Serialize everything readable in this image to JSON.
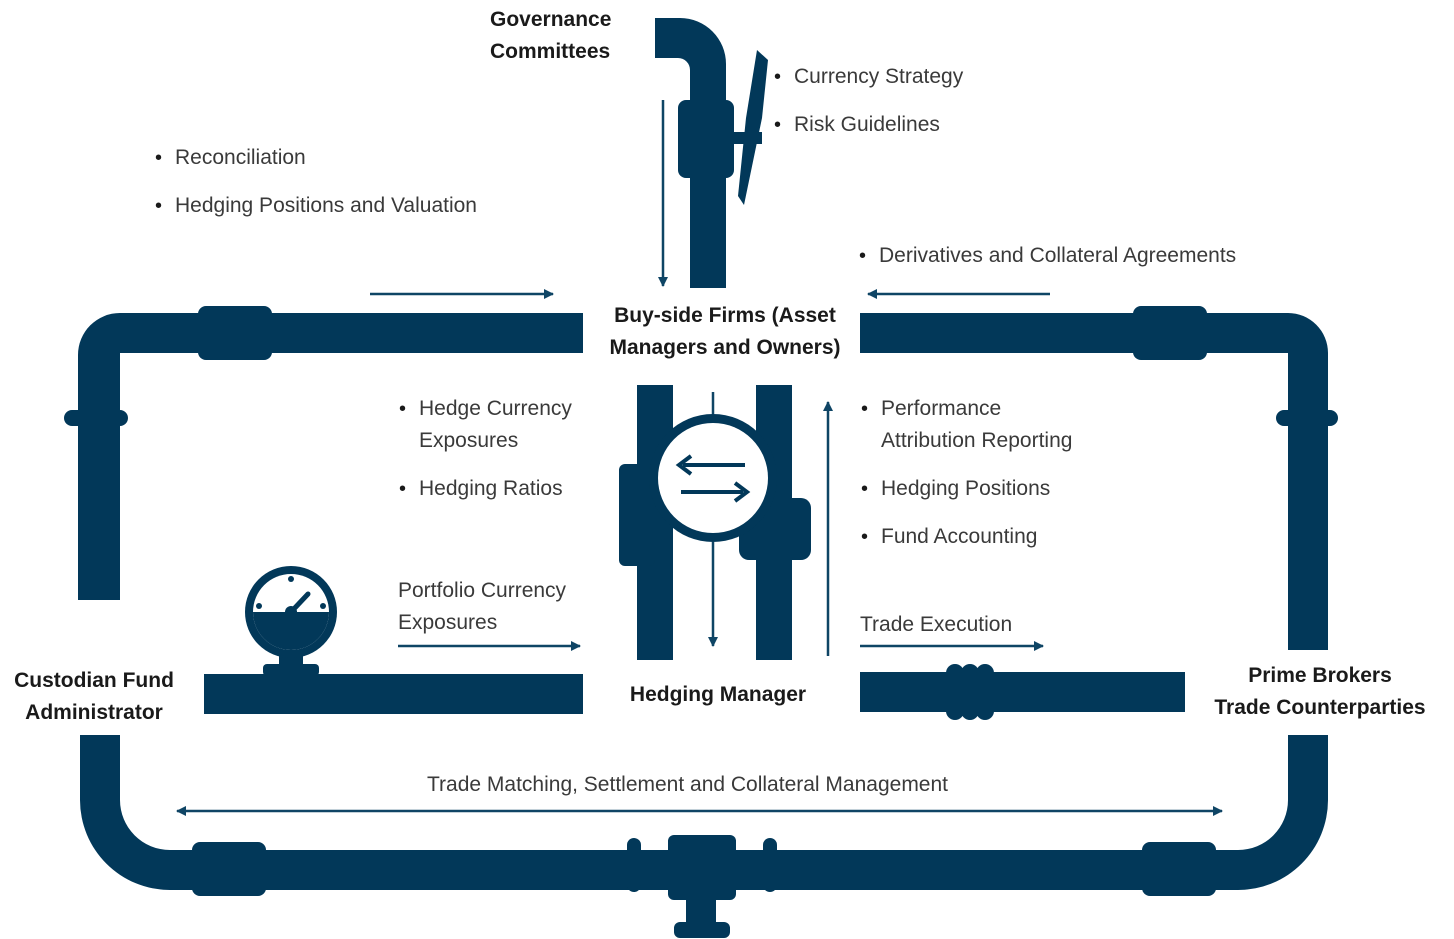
{
  "colors": {
    "pipe": "#023859",
    "arrow": "#0f4565",
    "text": "#3a3a3a",
    "heading": "#1a1a1a"
  },
  "nodes": {
    "governance": [
      "Governance",
      "Committees"
    ],
    "buy_side": [
      "Buy-side Firms (Asset",
      "Managers and Owners)"
    ],
    "custodian": [
      "Custodian Fund",
      "Administrator"
    ],
    "prime_brokers": [
      "Prime Brokers",
      "Trade Counterparties"
    ],
    "hedging_manager": "Hedging Manager"
  },
  "lists": {
    "governance_items": [
      "Currency Strategy",
      "Risk Guidelines"
    ],
    "custodian_items": [
      "Reconciliation",
      "Hedging Positions and Valuation"
    ],
    "prime_items": [
      "Derivatives and Collateral Agreements"
    ],
    "to_hedging_manager": [
      [
        "Hedge Currency",
        "Exposures"
      ],
      [
        "Hedging Ratios"
      ]
    ],
    "from_hedging_manager": [
      [
        "Performance",
        "Attribution Reporting"
      ],
      [
        "Hedging Positions"
      ],
      [
        "Fund Accounting"
      ]
    ]
  },
  "flows": {
    "portfolio": [
      "Portfolio Currency",
      "Exposures"
    ],
    "trade_execution": "Trade Execution",
    "settlement": "Trade Matching, Settlement and Collateral Management"
  },
  "icons": {
    "exchange": "exchange-arrows-icon",
    "gauge": "pressure-gauge-icon",
    "valve": "valve-handle-icon"
  }
}
